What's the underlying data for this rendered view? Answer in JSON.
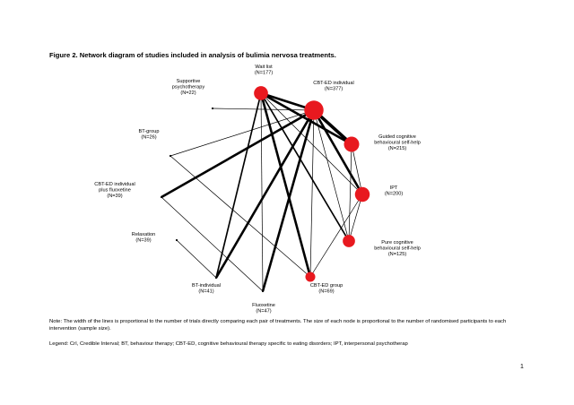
{
  "figure": {
    "title": "Figure 2. Network diagram of studies included in analysis of bulimia nervosa treatments."
  },
  "colors": {
    "node": "#e8191f",
    "edge": "#000000"
  },
  "nodes": [
    {
      "id": "waitlist",
      "lines": [
        "Wait list",
        "(N=177)"
      ],
      "n": 177
    },
    {
      "id": "cbted_individual",
      "lines": [
        "CBT-ED individual",
        "(N=377)"
      ],
      "n": 377
    },
    {
      "id": "supportive",
      "lines": [
        "Supportive",
        "psychotherapy",
        "(N=22)"
      ],
      "n": 22
    },
    {
      "id": "bt_group",
      "lines": [
        "BT-group",
        "(N=26)"
      ],
      "n": 26
    },
    {
      "id": "guided_self_help",
      "lines": [
        "Guided cognitive",
        "behavioural self-help",
        "(N=215)"
      ],
      "n": 215
    },
    {
      "id": "cbted_plus_fluoxetine",
      "lines": [
        "CBT-ED individual",
        "plus fluoxetine",
        "(N=39)"
      ],
      "n": 39
    },
    {
      "id": "ipt",
      "lines": [
        "IPT",
        "(N=200)"
      ],
      "n": 200
    },
    {
      "id": "relaxation",
      "lines": [
        "Relaxation",
        "(N=39)"
      ],
      "n": 39
    },
    {
      "id": "pure_self_help",
      "lines": [
        "Pure cognitive",
        "behavioural self-help",
        "(N=125)"
      ],
      "n": 125
    },
    {
      "id": "bt_individual",
      "lines": [
        "BT-individual",
        "(N=41)"
      ],
      "n": 41
    },
    {
      "id": "cbted_group",
      "lines": [
        "CBT-ED group",
        "(N=69)"
      ],
      "n": 69
    },
    {
      "id": "fluoxetine",
      "lines": [
        "Fluoxetine",
        "(N=47)"
      ],
      "n": 47
    }
  ],
  "edges": [
    {
      "a": "waitlist",
      "b": "cbted_individual",
      "trials": 3
    },
    {
      "a": "waitlist",
      "b": "guided_self_help",
      "trials": 3
    },
    {
      "a": "waitlist",
      "b": "ipt",
      "trials": 1
    },
    {
      "a": "waitlist",
      "b": "pure_self_help",
      "trials": 2
    },
    {
      "a": "waitlist",
      "b": "bt_individual",
      "trials": 2
    },
    {
      "a": "waitlist",
      "b": "cbted_group",
      "trials": 3
    },
    {
      "a": "waitlist",
      "b": "fluoxetine",
      "trials": 1
    },
    {
      "a": "supportive",
      "b": "cbted_individual",
      "trials": 1
    },
    {
      "a": "cbted_individual",
      "b": "guided_self_help",
      "trials": 4
    },
    {
      "a": "cbted_individual",
      "b": "ipt",
      "trials": 3
    },
    {
      "a": "cbted_individual",
      "b": "bt_group",
      "trials": 1
    },
    {
      "a": "cbted_individual",
      "b": "cbted_plus_fluoxetine",
      "trials": 3
    },
    {
      "a": "cbted_individual",
      "b": "pure_self_help",
      "trials": 1
    },
    {
      "a": "cbted_individual",
      "b": "bt_individual",
      "trials": 3
    },
    {
      "a": "cbted_individual",
      "b": "fluoxetine",
      "trials": 3
    },
    {
      "a": "cbted_individual",
      "b": "cbted_group",
      "trials": 1
    },
    {
      "a": "guided_self_help",
      "b": "ipt",
      "trials": 1
    },
    {
      "a": "guided_self_help",
      "b": "pure_self_help",
      "trials": 1
    },
    {
      "a": "ipt",
      "b": "pure_self_help",
      "trials": 1
    },
    {
      "a": "ipt",
      "b": "cbted_group",
      "trials": 1
    },
    {
      "a": "bt_group",
      "b": "cbted_group",
      "trials": 1
    },
    {
      "a": "cbted_plus_fluoxetine",
      "b": "fluoxetine",
      "trials": 1
    },
    {
      "a": "relaxation",
      "b": "bt_individual",
      "trials": 1
    }
  ],
  "note": "Note: The width of the lines is proportional to the number of trials directly comparing each pair of treatments. The size of each node is proportional to the number of randomised participants to each intervention (sample size).",
  "legend": "Legend: CrI, Credible Interval; BT, behaviour therapy; CBT-ED, cognitive behavioural therapy specific to eating disorders; IPT, interpersonal psychotherap",
  "page_number": "1"
}
